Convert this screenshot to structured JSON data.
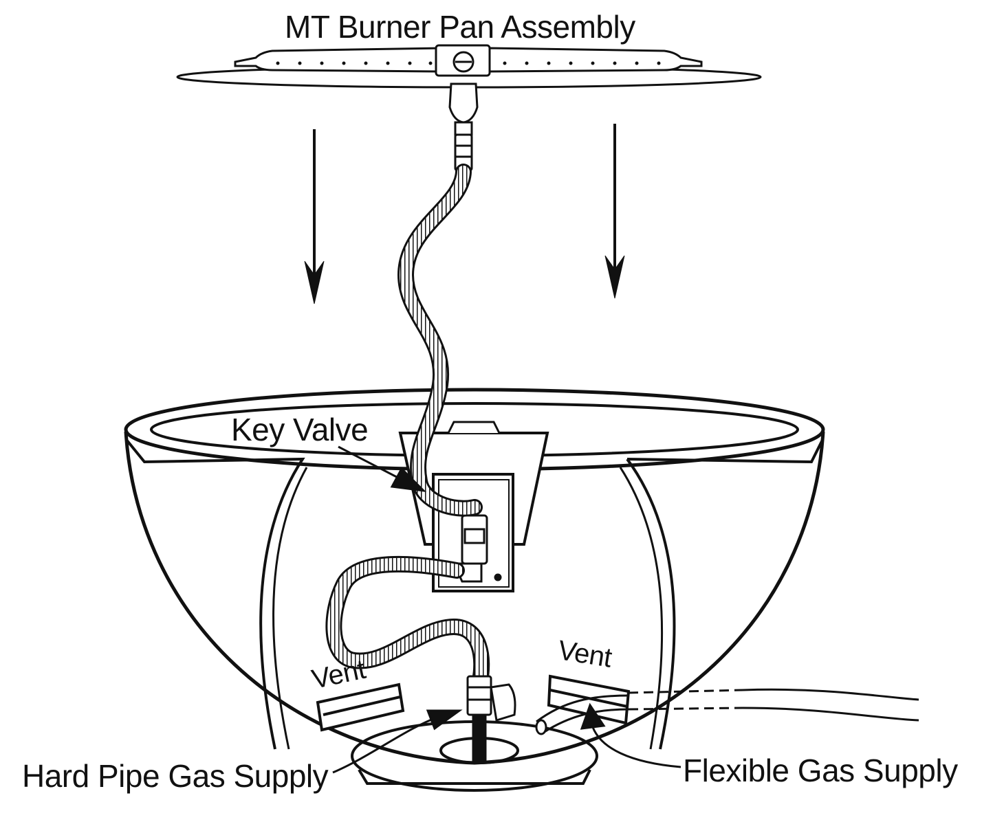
{
  "labels": {
    "title": "MT Burner Pan Assembly",
    "key_valve": "Key Valve",
    "hard_pipe": "Hard Pipe Gas Supply",
    "flexible": "Flexible Gas Supply",
    "vent_left": "Vent",
    "vent_right": "Vent"
  },
  "colors": {
    "line": "#111111",
    "background": "#ffffff"
  }
}
